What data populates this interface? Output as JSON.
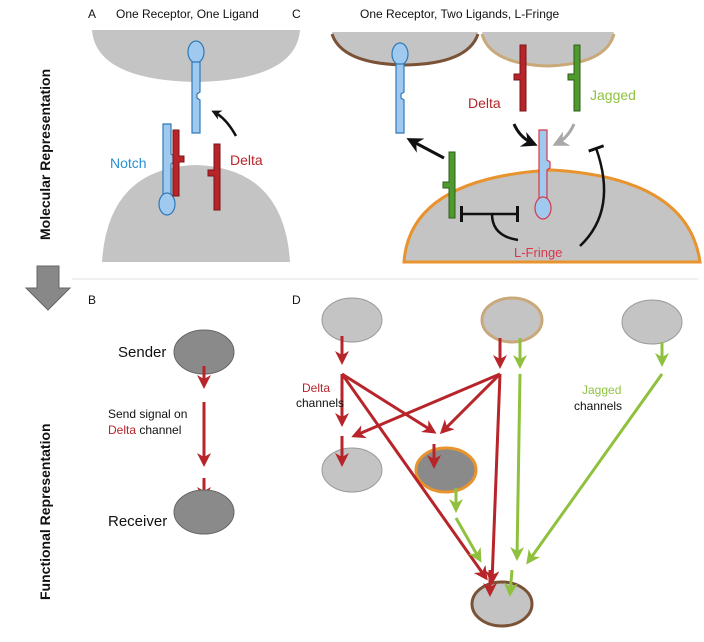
{
  "panels": {
    "a": {
      "letter": "A",
      "title": "One Receptor,  One Ligand"
    },
    "b": {
      "letter": "B"
    },
    "c": {
      "letter": "C",
      "title": "One Receptor, Two Ligands, L-Fringe"
    },
    "d": {
      "letter": "D"
    }
  },
  "side_labels": {
    "molecular": "Molecular Representation",
    "functional": "Functional Representation"
  },
  "molecules": {
    "notch": "Notch",
    "delta": "Delta",
    "jagged": "Jagged",
    "lfringe": "L-Fringe"
  },
  "panel_b": {
    "sender": "Sender",
    "receiver": "Receiver",
    "signal_line1": "Send signal on",
    "signal_channel": "Delta",
    "signal_suffix": " channel"
  },
  "panel_d": {
    "delta_word": "Delta",
    "jagged_word": "Jagged",
    "channels_word": "channels"
  },
  "colors": {
    "notch": "#9fc9ee",
    "notch_stroke": "#2f7ab8",
    "delta": "#b7252a",
    "jagged": "#4f9a2e",
    "jagged_arrow": "#8fc13f",
    "cell_gray": "#c4c4c4",
    "cell_dark": "#8a8a8a",
    "fringe_outline": "#e8932e",
    "brown_outline": "#7a5236",
    "tan_outline": "#c9a97a"
  }
}
